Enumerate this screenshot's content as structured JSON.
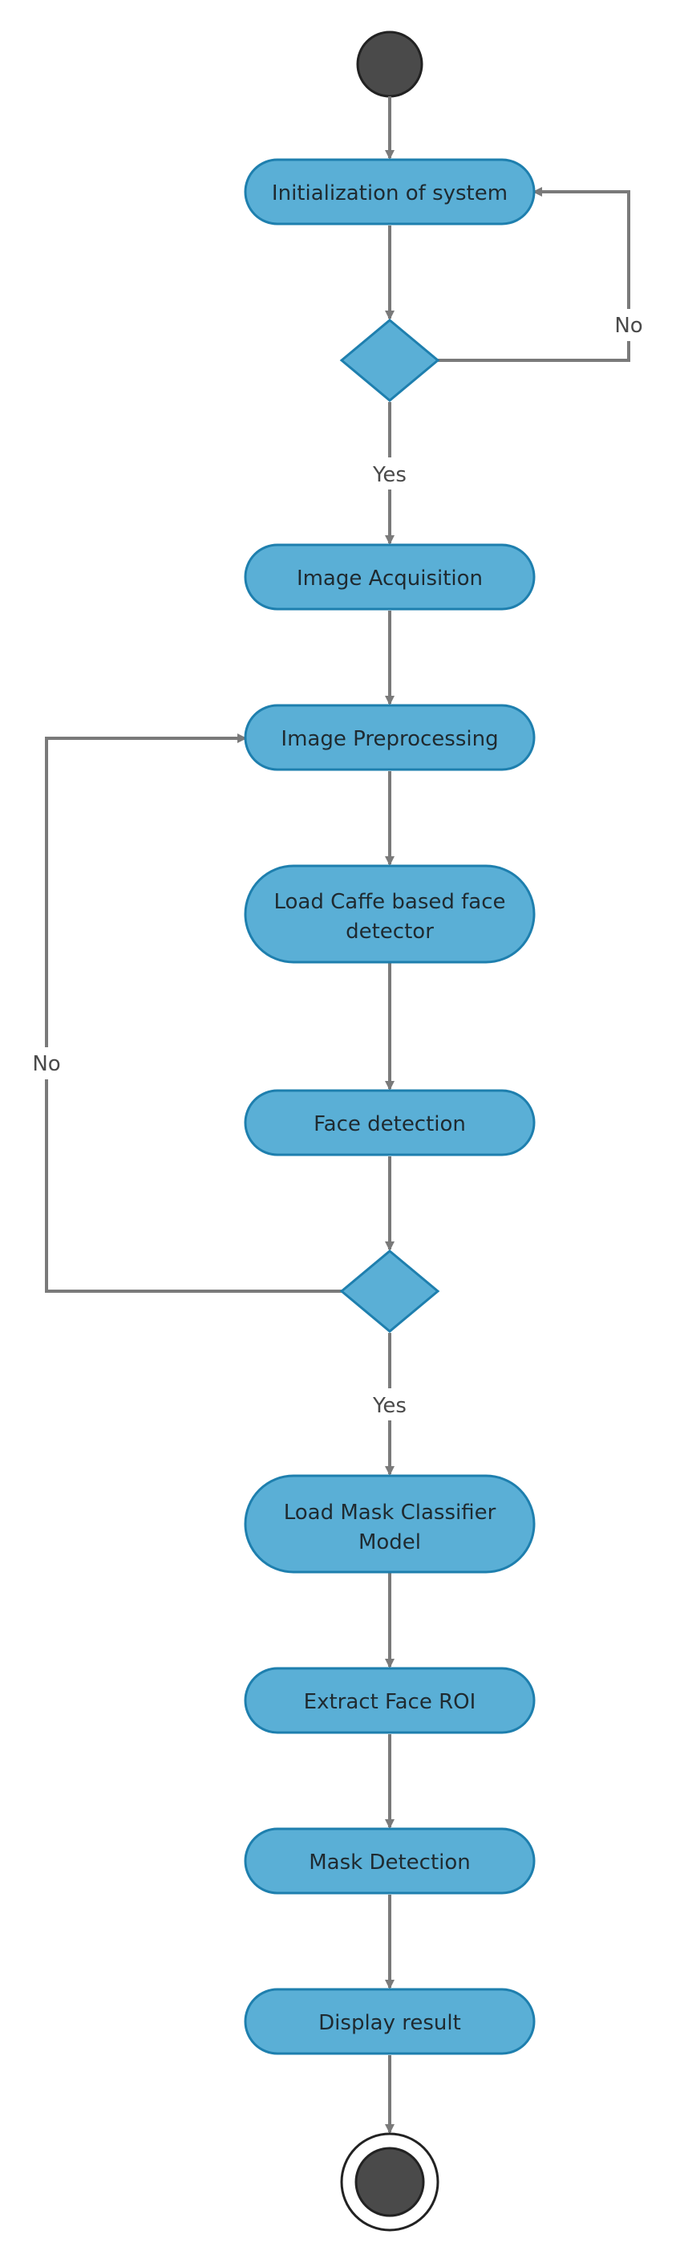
{
  "diagram": {
    "nodes": {
      "init": "Initialization of system",
      "acquire": "Image Acquisition",
      "preprocess": "Image Preprocessing",
      "load_caffe": [
        "Load Caffe based face",
        "detector"
      ],
      "face_detect": "Face detection",
      "load_mask": [
        "Load Mask Classifier",
        "Model"
      ],
      "extract_roi": "Extract Face ROI",
      "mask_detect": "Mask Detection",
      "display": "Display result"
    },
    "edge_labels": {
      "decision1_yes": "Yes",
      "decision1_no": "No",
      "decision2_yes": "Yes",
      "decision2_no": "No"
    },
    "colors": {
      "node_fill": "#5aafd6",
      "node_stroke": "#1e7fae",
      "edge": "#7a7a7a",
      "terminal": "#4a4a4a"
    }
  }
}
